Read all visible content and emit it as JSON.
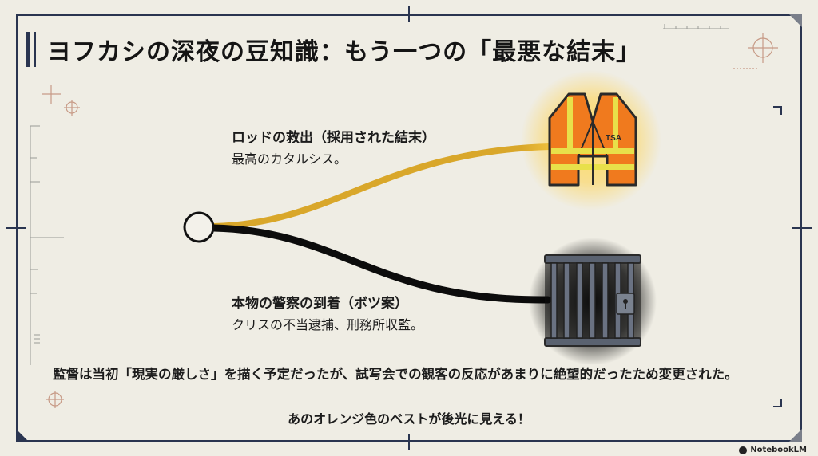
{
  "title": "ヨフカシの深夜の豆知識：もう一つの「最悪な結末」",
  "branches": {
    "rescue": {
      "title": "ロッドの救出（採用された結末）",
      "subtitle": "最高のカタルシス。",
      "vest_text": "TSA"
    },
    "police": {
      "title": "本物の警察の到着（ボツ案）",
      "subtitle": "クリスの不当逮捕、刑務所収監。"
    }
  },
  "note": "監督は当初「現実の厳しさ」を描く予定だったが、試写会での観客の反応があまりに絶望的だったため変更された。",
  "highlight": "あのオレンジ色のベストが後光に見える！",
  "brand": "NotebookLM",
  "colors": {
    "navy": "#2a3550",
    "gold": "#d9a72a",
    "orange": "#f07a1e",
    "background": "#efede4"
  }
}
